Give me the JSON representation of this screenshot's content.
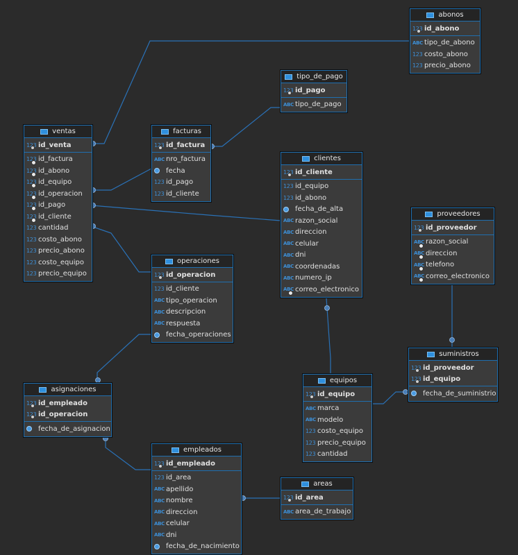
{
  "diagram": {
    "tables": [
      {
        "id": "abonos",
        "title": "abonos",
        "pk": [
          {
            "name": "id_abono",
            "type": "123"
          }
        ],
        "cols": [
          {
            "name": "tipo_de_abono",
            "type": "ABC"
          },
          {
            "name": "costo_abono",
            "type": "123"
          },
          {
            "name": "precio_abono",
            "type": "123"
          }
        ]
      },
      {
        "id": "tipo_de_pago",
        "title": "tipo_de_pago",
        "pk": [
          {
            "name": "id_pago",
            "type": "123"
          }
        ],
        "cols": [
          {
            "name": "tipo_de_pago",
            "type": "ABC"
          }
        ]
      },
      {
        "id": "ventas",
        "title": "ventas",
        "pk": [
          {
            "name": "id_venta",
            "type": "123"
          }
        ],
        "cols": [
          {
            "name": "id_factura",
            "type": "123",
            "fk": true
          },
          {
            "name": "id_abono",
            "type": "123",
            "fk": true
          },
          {
            "name": "id_equipo",
            "type": "123",
            "fk": true
          },
          {
            "name": "id_operacion",
            "type": "123",
            "fk": true
          },
          {
            "name": "id_pago",
            "type": "123",
            "fk": true
          },
          {
            "name": "id_cliente",
            "type": "123",
            "fk": true
          },
          {
            "name": "cantidad",
            "type": "123"
          },
          {
            "name": "costo_abono",
            "type": "123"
          },
          {
            "name": "precio_abono",
            "type": "123"
          },
          {
            "name": "costo_equipo",
            "type": "123"
          },
          {
            "name": "precio_equipo",
            "type": "123"
          }
        ]
      },
      {
        "id": "facturas",
        "title": "facturas",
        "pk": [
          {
            "name": "id_factura",
            "type": "123"
          }
        ],
        "cols": [
          {
            "name": "nro_factura",
            "type": "ABC"
          },
          {
            "name": "fecha",
            "type": "date"
          },
          {
            "name": "id_pago",
            "type": "123"
          },
          {
            "name": "id_cliente",
            "type": "123"
          }
        ]
      },
      {
        "id": "clientes",
        "title": "clientes",
        "pk": [
          {
            "name": "id_cliente",
            "type": "123"
          }
        ],
        "cols": [
          {
            "name": "id_equipo",
            "type": "123"
          },
          {
            "name": "id_abono",
            "type": "123"
          },
          {
            "name": "fecha_de_alta",
            "type": "date"
          },
          {
            "name": "razon_social",
            "type": "ABC"
          },
          {
            "name": "direccion",
            "type": "ABC"
          },
          {
            "name": "celular",
            "type": "ABC"
          },
          {
            "name": "dni",
            "type": "ABC"
          },
          {
            "name": "coordenadas",
            "type": "ABC"
          },
          {
            "name": "numero_ip",
            "type": "ABC"
          },
          {
            "name": "correo_electronico",
            "type": "ABC",
            "fk": true
          }
        ]
      },
      {
        "id": "proveedores",
        "title": "proveedores",
        "pk": [
          {
            "name": "id_proveedor",
            "type": "123"
          }
        ],
        "cols": [
          {
            "name": "razon_social",
            "type": "ABC",
            "fk": true
          },
          {
            "name": "direccion",
            "type": "ABC",
            "fk": true
          },
          {
            "name": "telefono",
            "type": "ABC",
            "fk": true
          },
          {
            "name": "correo_electronico",
            "type": "ABC",
            "fk": true
          }
        ]
      },
      {
        "id": "operaciones",
        "title": "operaciones",
        "pk": [
          {
            "name": "id_operacion",
            "type": "123"
          }
        ],
        "cols": [
          {
            "name": "id_cliente",
            "type": "123"
          },
          {
            "name": "tipo_operacion",
            "type": "ABC"
          },
          {
            "name": "descripcion",
            "type": "ABC"
          },
          {
            "name": "respuesta",
            "type": "ABC"
          },
          {
            "name": "fecha_operaciones",
            "type": "date"
          }
        ]
      },
      {
        "id": "suministros",
        "title": "suministros",
        "pk": [
          {
            "name": "id_proveedor",
            "type": "123"
          },
          {
            "name": "id_equipo",
            "type": "123"
          }
        ],
        "cols": [
          {
            "name": "fecha_de_suministrio",
            "type": "date"
          }
        ]
      },
      {
        "id": "asignaciones",
        "title": "asignaciones",
        "pk": [
          {
            "name": "id_empleado",
            "type": "123"
          },
          {
            "name": "id_operacion",
            "type": "123"
          }
        ],
        "cols": [
          {
            "name": "fecha_de_asignacion",
            "type": "date"
          }
        ]
      },
      {
        "id": "equipos",
        "title": "equipos",
        "pk": [
          {
            "name": "id_equipo",
            "type": "123"
          }
        ],
        "cols": [
          {
            "name": "marca",
            "type": "ABC"
          },
          {
            "name": "modelo",
            "type": "ABC"
          },
          {
            "name": "costo_equipo",
            "type": "123"
          },
          {
            "name": "precio_equipo",
            "type": "123"
          },
          {
            "name": "cantidad",
            "type": "123"
          }
        ]
      },
      {
        "id": "empleados",
        "title": "empleados",
        "pk": [
          {
            "name": "id_empleado",
            "type": "123"
          }
        ],
        "cols": [
          {
            "name": "id_area",
            "type": "123"
          },
          {
            "name": "apellido",
            "type": "ABC"
          },
          {
            "name": "nombre",
            "type": "ABC"
          },
          {
            "name": "direccion",
            "type": "ABC"
          },
          {
            "name": "celular",
            "type": "ABC"
          },
          {
            "name": "dni",
            "type": "ABC"
          },
          {
            "name": "fecha_de_nacimiento",
            "type": "date"
          }
        ]
      },
      {
        "id": "areas",
        "title": "areas",
        "pk": [
          {
            "name": "id_area",
            "type": "123"
          }
        ],
        "cols": [
          {
            "name": "area_de_trabajo",
            "type": "ABC"
          }
        ]
      }
    ],
    "relations": [
      [
        "ventas",
        "abonos"
      ],
      [
        "ventas",
        "facturas"
      ],
      [
        "facturas",
        "tipo_de_pago"
      ],
      [
        "ventas",
        "clientes"
      ],
      [
        "ventas",
        "operaciones"
      ],
      [
        "operaciones",
        "asignaciones"
      ],
      [
        "asignaciones",
        "empleados"
      ],
      [
        "empleados",
        "areas"
      ],
      [
        "clientes",
        "equipos"
      ],
      [
        "equipos",
        "suministros"
      ],
      [
        "proveedores",
        "suministros"
      ]
    ],
    "colors": {
      "background": "#2b2b2b",
      "line": "#2a72b8",
      "accent": "#3d8fd6"
    }
  }
}
